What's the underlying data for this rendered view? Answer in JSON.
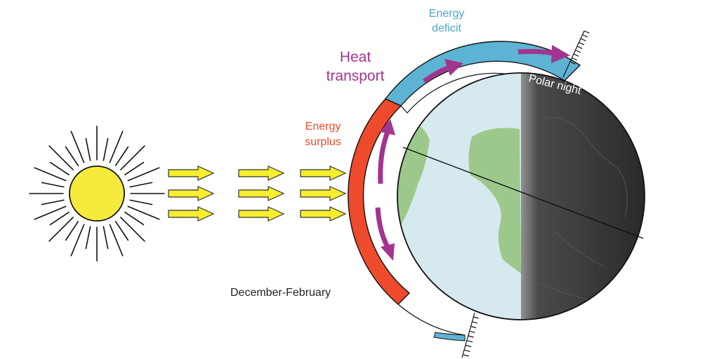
{
  "labels": {
    "energy_deficit_line1": "Energy",
    "energy_deficit_line2": "deficit",
    "heat_transport_line1": "Heat",
    "heat_transport_line2": "transport",
    "energy_surplus_line1": "Energy",
    "energy_surplus_line2": "surplus",
    "polar_night": "Polar night",
    "season": "December-February"
  },
  "colors": {
    "sun_fill": "#f6ea3c",
    "solar_arrow_fill": "#f6ee2e",
    "deficit_band": "#5db3d4",
    "deficit_text": "#4aa7cc",
    "surplus_band": "#ee4a2c",
    "surplus_text": "#ee4a2c",
    "heat_arrow": "#a2358f",
    "ocean": "#d5e9ee",
    "land": "#9cc98b",
    "night_side": "#2b2b2b",
    "polar_night_text": "#ffffff",
    "season_text": "#222222"
  },
  "icons": {
    "sun": "sun-icon",
    "solar_arrows": "arrow-right-icon",
    "heat_arrows": "curved-arrow-icon"
  }
}
